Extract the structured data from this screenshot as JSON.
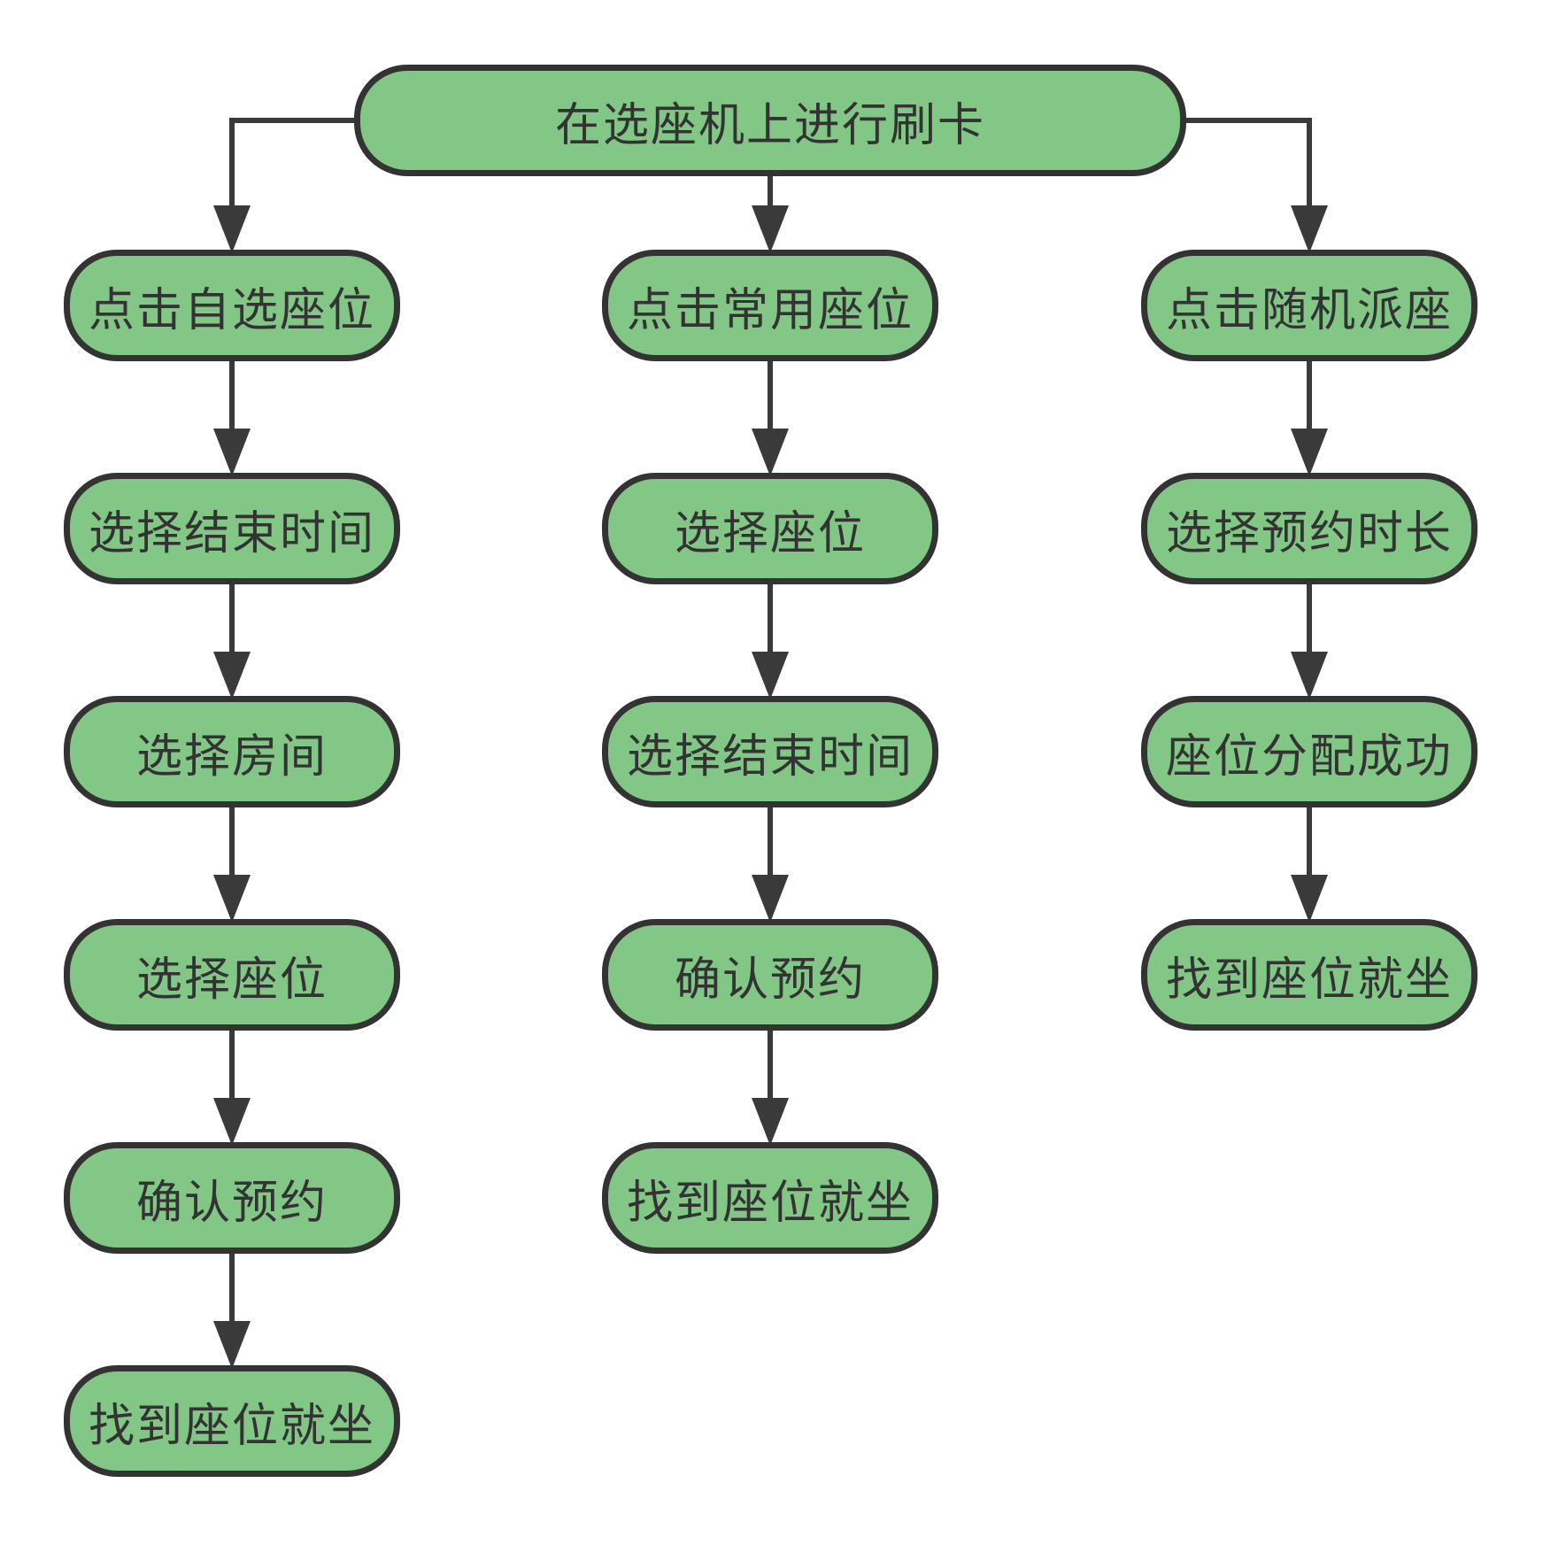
{
  "flowchart": {
    "root": {
      "label": "在选座机上进行刷卡"
    },
    "branches": [
      {
        "steps": [
          {
            "label": "点击自选座位"
          },
          {
            "label": "选择结束时间"
          },
          {
            "label": "选择房间"
          },
          {
            "label": "选择座位"
          },
          {
            "label": "确认预约"
          },
          {
            "label": "找到座位就坐"
          }
        ]
      },
      {
        "steps": [
          {
            "label": "点击常用座位"
          },
          {
            "label": "选择座位"
          },
          {
            "label": "选择结束时间"
          },
          {
            "label": "确认预约"
          },
          {
            "label": "找到座位就坐"
          }
        ]
      },
      {
        "steps": [
          {
            "label": "点击随机派座"
          },
          {
            "label": "选择预约时长"
          },
          {
            "label": "座位分配成功"
          },
          {
            "label": "找到座位就坐"
          }
        ]
      }
    ]
  },
  "colors": {
    "node_fill": "#82c785",
    "node_border": "#333333",
    "connector": "#3a3a3a",
    "text": "#333333",
    "background": "#ffffff"
  }
}
